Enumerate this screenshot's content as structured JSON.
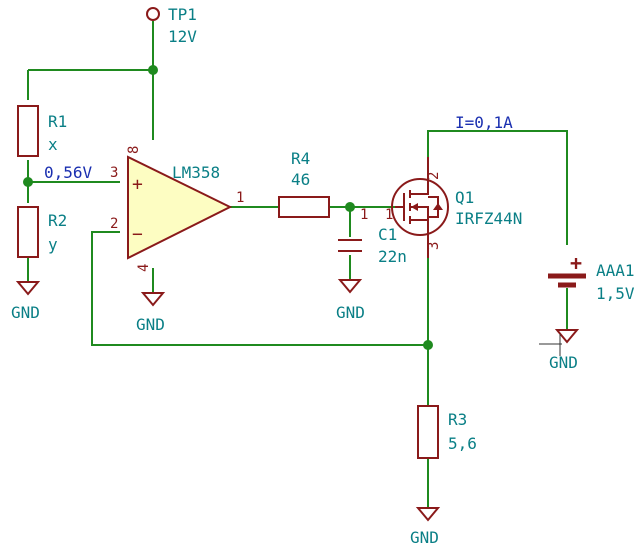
{
  "schematic": {
    "tp1": {
      "ref": "TP1",
      "value": "12V"
    },
    "r1": {
      "ref": "R1",
      "value": "x"
    },
    "r2": {
      "ref": "R2",
      "value": "y"
    },
    "r3": {
      "ref": "R3",
      "value": "5,6"
    },
    "r4": {
      "ref": "R4",
      "value": "46"
    },
    "c1": {
      "ref": "C1",
      "value": "22n"
    },
    "q1": {
      "ref": "Q1",
      "value": "IRFZ44N"
    },
    "opamp": {
      "ref": "LM358",
      "pin_out": "1",
      "pin_in_plus": "3",
      "pin_in_minus": "2",
      "pin_vplus": "8",
      "pin_vminus": "4",
      "plus_sign": "+",
      "minus_sign": "−"
    },
    "aaa1": {
      "ref": "AAA1",
      "value": "1,5V",
      "plus_sign": "+"
    },
    "net_labels": {
      "divider": "0,56V",
      "current": "I=0,1A"
    },
    "pins": {
      "c1_pin": "1",
      "q1_gate": "1",
      "q1_drain": "2",
      "q1_source": "3"
    },
    "gnd": [
      "GND",
      "GND",
      "GND",
      "GND",
      "GND"
    ],
    "colors": {
      "wire": "#1f8a1f",
      "component": "#8a1a1a",
      "label": "#0a7f86",
      "net_label": "#1a2fb0",
      "opamp_fill": "#fdfdc2"
    }
  }
}
